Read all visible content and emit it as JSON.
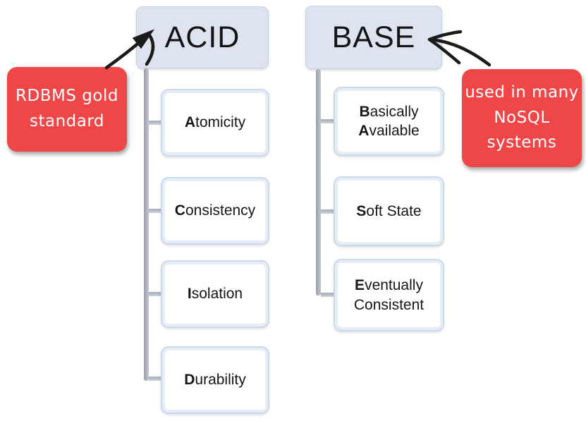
{
  "colors": {
    "callout_red": "#ef4747",
    "callout_text": "#ffffff",
    "header_fill": "#dde4f0",
    "box_border": "#ccd8eb",
    "connector_gray": "#a9aeb6",
    "arrow_black": "#1b1b1b",
    "text_black": "#161616"
  },
  "columns": [
    {
      "id": "acid",
      "header": "ACID",
      "items": [
        {
          "name": "atomicity",
          "lines": [
            {
              "b": "A",
              "r": "tomicity"
            }
          ]
        },
        {
          "name": "consistency",
          "lines": [
            {
              "b": "C",
              "r": "onsistency"
            }
          ]
        },
        {
          "name": "isolation",
          "lines": [
            {
              "b": "I",
              "r": "solation"
            }
          ]
        },
        {
          "name": "durability",
          "lines": [
            {
              "b": "D",
              "r": "urability"
            }
          ]
        }
      ]
    },
    {
      "id": "base",
      "header": "BASE",
      "items": [
        {
          "name": "basically-available",
          "lines": [
            {
              "b": "B",
              "r": "asically"
            },
            {
              "b": "A",
              "r": "vailable"
            }
          ]
        },
        {
          "name": "soft-state",
          "lines": [
            {
              "b": "S",
              "r": "oft State"
            }
          ]
        },
        {
          "name": "eventually-consistent",
          "lines": [
            {
              "b": "E",
              "r": "ventually"
            },
            {
              "b": "",
              "r": "Consistent"
            }
          ]
        }
      ]
    }
  ],
  "callouts": {
    "left": {
      "lines": [
        "RDBMS gold",
        "standard"
      ],
      "target": "ACID"
    },
    "right": {
      "lines": [
        "used in many",
        "NoSQL",
        "systems"
      ],
      "target": "BASE"
    }
  }
}
